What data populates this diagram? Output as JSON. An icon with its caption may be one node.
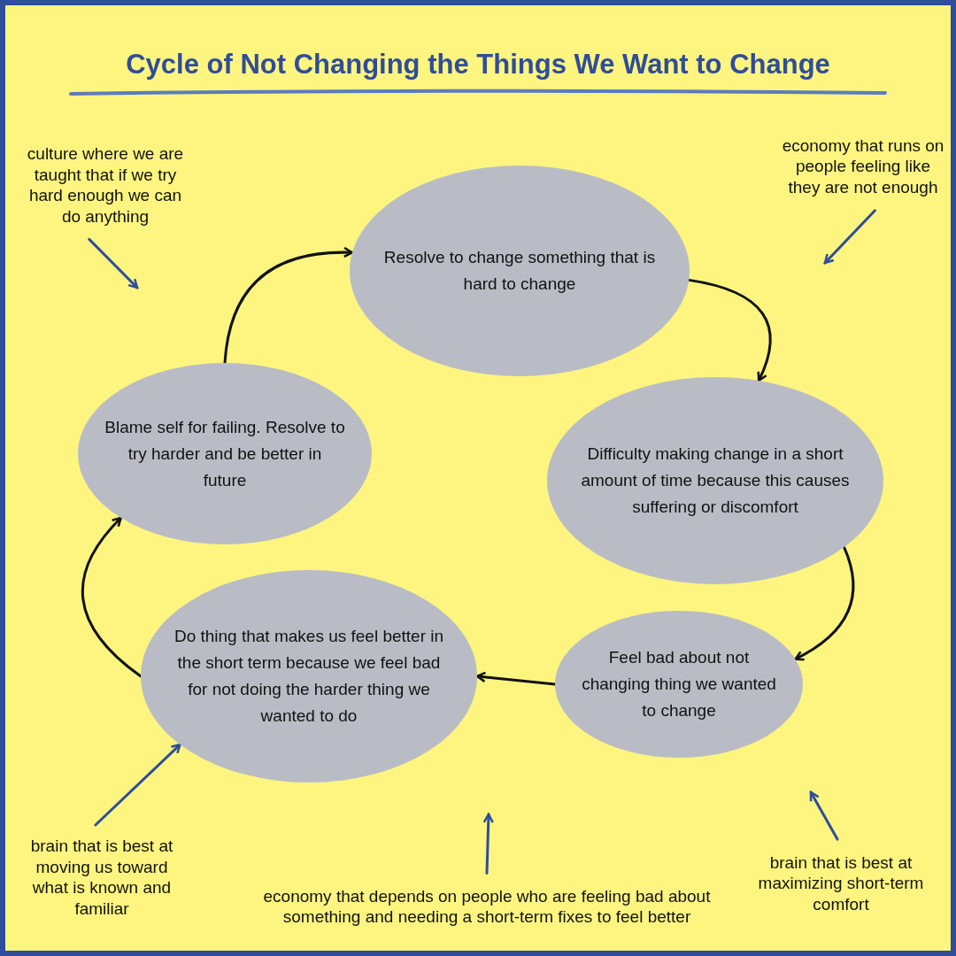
{
  "diagram": {
    "title": "Cycle of Not Changing the Things We Want to Change",
    "nodes": [
      {
        "text": [
          "Resolve to change something that is hard to change"
        ]
      },
      {
        "text": [
          "Difficulty making change in a short amount of time because this causes suffering or discomfort"
        ]
      },
      {
        "text": [
          "Feel bad about not changing thing we wanted to change"
        ]
      },
      {
        "text": [
          "Do thing that makes us feel better in the short term because we feel bad for not doing the harder thing we wanted to do"
        ]
      },
      {
        "text": [
          "Blame self for failing. Resolve to try harder and be better in future"
        ]
      },
      {
        "text": [
          "culture where we are taught that if we try hard enough we can do anything"
        ]
      },
      {
        "text": [
          "economy that runs on people feeling like they are not enough"
        ]
      },
      {
        "text": [
          "brain that is best at moving us toward what is known and familiar"
        ]
      },
      {
        "text": [
          "economy that depends on people who are feeling bad about something and needing a short-term fixes to feel better"
        ]
      },
      {
        "text": [
          "brain that is best at maximizing short-term comfort"
        ]
      }
    ],
    "edges": [
      {
        "from": 4,
        "to": 0,
        "arrow": "to"
      },
      {
        "from": 0,
        "to": 1,
        "arrow": "to"
      },
      {
        "from": 1,
        "to": 2,
        "arrow": "to"
      },
      {
        "from": 2,
        "to": 3,
        "arrow": "to"
      },
      {
        "from": 3,
        "to": 4,
        "arrow": "to"
      },
      {
        "from": 5,
        "to": null,
        "arrow": "to",
        "color": "#2f4d9a"
      },
      {
        "from": 6,
        "to": null,
        "arrow": "to",
        "color": "#2f4d9a"
      },
      {
        "from": 7,
        "to": 3,
        "arrow": "to",
        "color": "#2f4d9a"
      },
      {
        "from": 8,
        "to": null,
        "arrow": "to",
        "color": "#2f4d9a"
      },
      {
        "from": 9,
        "to": null,
        "arrow": "to",
        "color": "#2f4d9a"
      }
    ]
  }
}
